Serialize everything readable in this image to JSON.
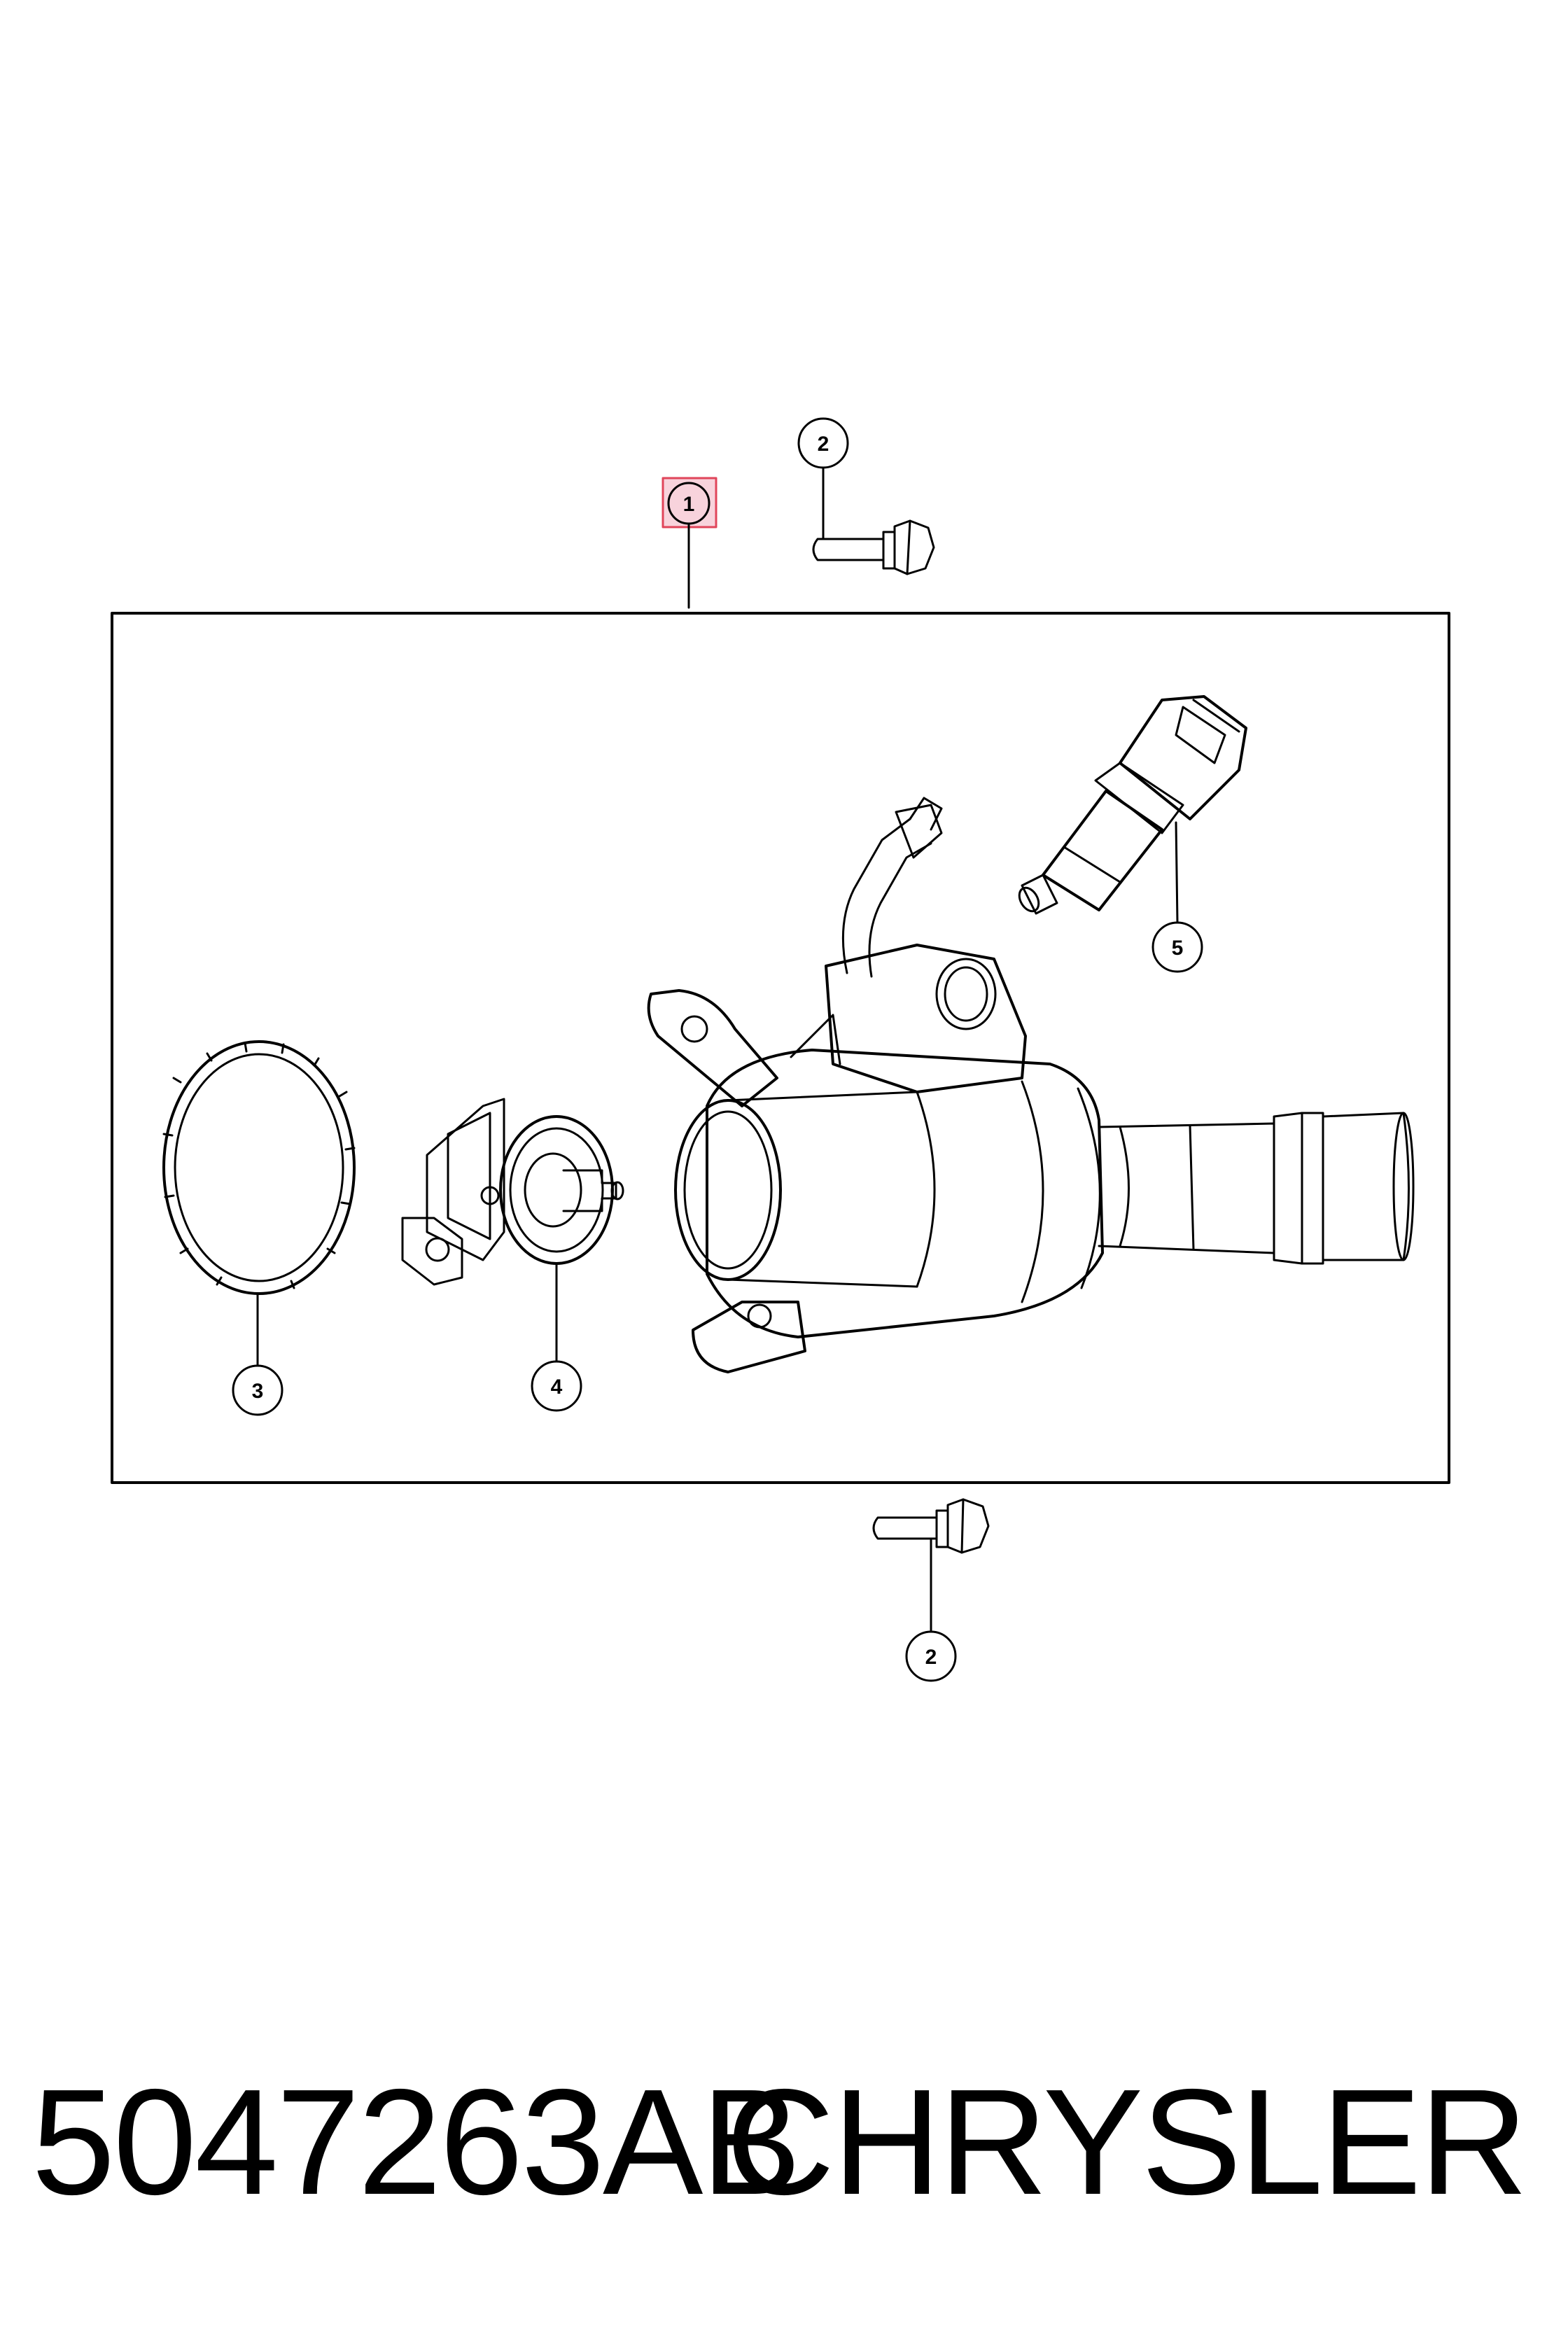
{
  "callouts": {
    "housing": "1",
    "bolt_top": "2",
    "bolt_bottom": "2",
    "seal": "3",
    "thermostat": "4",
    "sensor": "5"
  },
  "footer": {
    "part_number": "5047263AB",
    "brand": "CHRYSLER"
  },
  "colors": {
    "line": "#000000",
    "highlight_fill": "#f8d3dc",
    "highlight_stroke": "#e0455a"
  }
}
